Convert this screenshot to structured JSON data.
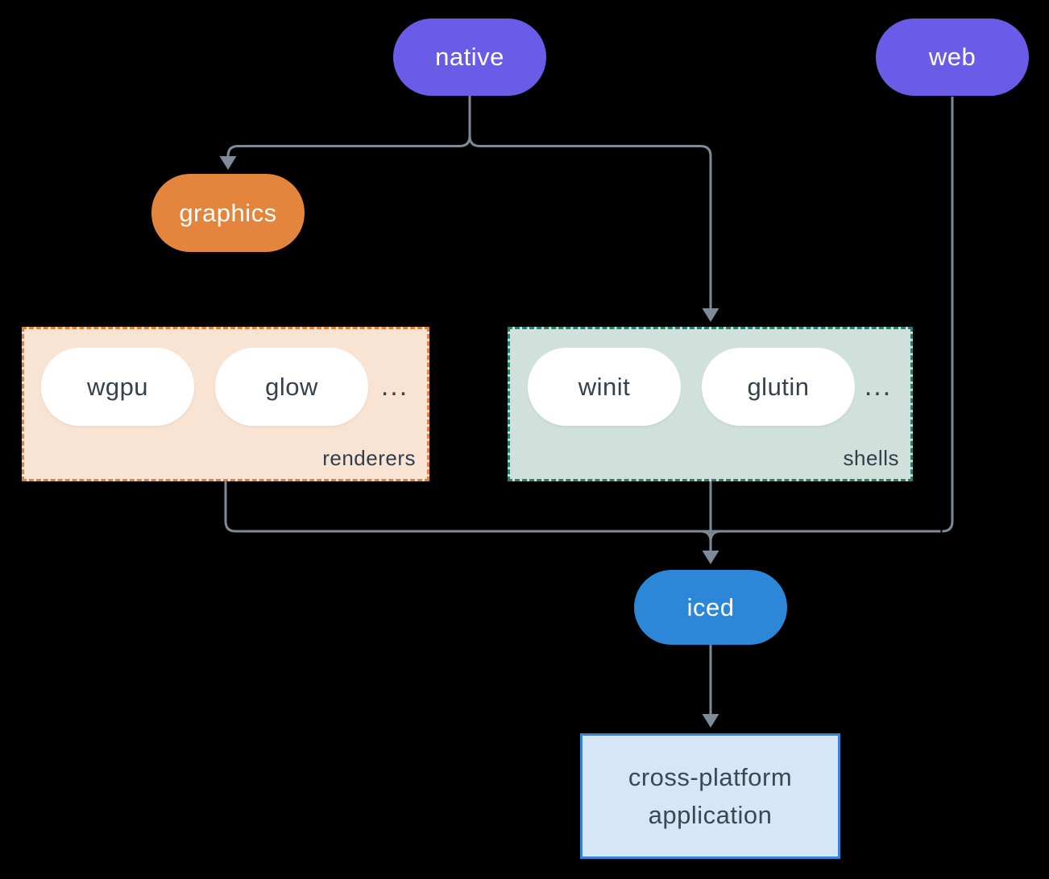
{
  "diagram": {
    "background_color": "#000000",
    "edge_color": "#7d8b98",
    "nodes": {
      "native": {
        "label": "native",
        "color": "#6b5ce7",
        "text_color": "#ffffff"
      },
      "web": {
        "label": "web",
        "color": "#6b5ce7",
        "text_color": "#ffffff"
      },
      "graphics": {
        "label": "graphics",
        "color": "#e3853c",
        "text_color": "#ffffff"
      },
      "wgpu": {
        "label": "wgpu",
        "color": "#ffffff",
        "text_color": "#34424e"
      },
      "glow": {
        "label": "glow",
        "color": "#ffffff",
        "text_color": "#34424e"
      },
      "winit": {
        "label": "winit",
        "color": "#ffffff",
        "text_color": "#34424e"
      },
      "glutin": {
        "label": "glutin",
        "color": "#ffffff",
        "text_color": "#34424e"
      },
      "iced": {
        "label": "iced",
        "color": "#2d87d8",
        "text_color": "#ffffff"
      },
      "application": {
        "label_line1": "cross-platform",
        "label_line2": "application",
        "fill_color": "#d5e6f7",
        "border_color": "#3584d7",
        "text_color": "#3a4856"
      }
    },
    "groups": {
      "renderers": {
        "label": "renderers",
        "ellipsis": "...",
        "fill_color": "#f9e4d4",
        "border_color": "#e0813c"
      },
      "shells": {
        "label": "shells",
        "ellipsis": "...",
        "fill_color": "#d0e0da",
        "border_color": "#2e7d6e"
      }
    }
  }
}
